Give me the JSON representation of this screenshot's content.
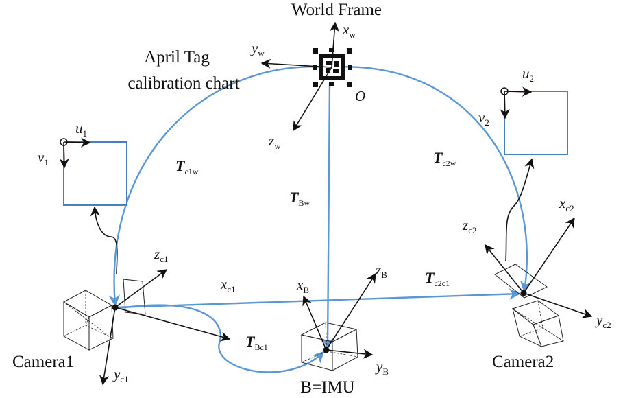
{
  "title": "World Frame",
  "chart_name_line1": "April Tag",
  "chart_name_line2": "calibration chart",
  "origin": "O",
  "world_axes": {
    "x": "x",
    "x_sub": "w",
    "y": "y",
    "y_sub": "w",
    "z": "z",
    "z_sub": "w"
  },
  "image1": {
    "u": "u",
    "u_sub": "1",
    "v": "v",
    "v_sub": "1"
  },
  "image2": {
    "u": "u",
    "u_sub": "2",
    "v": "v",
    "v_sub": "2"
  },
  "transforms": {
    "c1w": {
      "sym": "T",
      "sub": "c1w"
    },
    "bw": {
      "sym": "T",
      "sub": "Bw"
    },
    "c2w": {
      "sym": "T",
      "sub": "c2w"
    },
    "c2c1": {
      "sym": "T",
      "sub": "c2c1"
    },
    "bc1": {
      "sym": "T",
      "sub": "Bc1"
    }
  },
  "camera1": {
    "label": "Camera1",
    "axes": {
      "x": "x",
      "x_sub": "c1",
      "y": "y",
      "y_sub": "c1",
      "z": "z",
      "z_sub": "c1"
    }
  },
  "camera2": {
    "label": "Camera2",
    "axes": {
      "x": "x",
      "x_sub": "c2",
      "y": "y",
      "y_sub": "c2",
      "z": "z",
      "z_sub": "c2"
    }
  },
  "imu": {
    "label": "B=IMU",
    "axes": {
      "x": "x",
      "x_sub": "B",
      "y": "y",
      "y_sub": "B",
      "z": "z",
      "z_sub": "B"
    }
  },
  "colors": {
    "transform_arc": "#5b97d6",
    "image_frame": "#4a7fbf",
    "axis": "#111111"
  }
}
